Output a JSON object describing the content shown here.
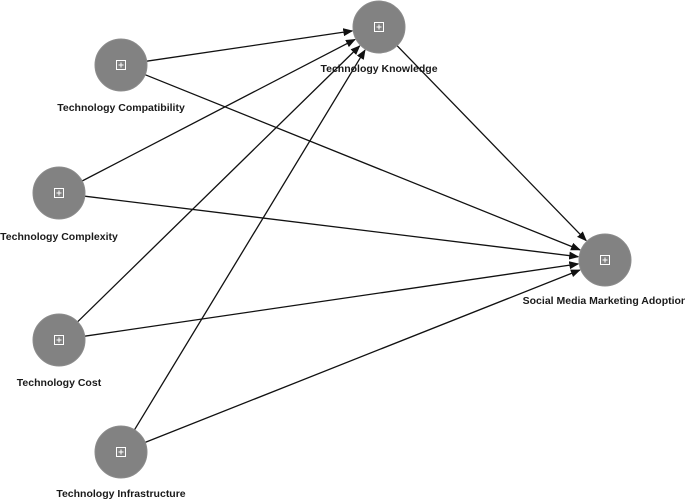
{
  "nodes": [
    {
      "id": "compat",
      "label": "Technology Compatibility",
      "icon": "expand-icon"
    },
    {
      "id": "complex",
      "label": "Technology Complexity",
      "icon": "expand-icon"
    },
    {
      "id": "cost",
      "label": "Technology Cost",
      "icon": "expand-icon"
    },
    {
      "id": "infra",
      "label": "Technology Infrastructure",
      "icon": "expand-icon"
    },
    {
      "id": "knowledge",
      "label": "Technology Knowledge",
      "icon": "expand-icon"
    },
    {
      "id": "adoption",
      "label": "Social Media Marketing Adoption",
      "icon": "expand-icon"
    }
  ],
  "edges": [
    {
      "from": "compat",
      "to": "knowledge"
    },
    {
      "from": "compat",
      "to": "adoption"
    },
    {
      "from": "complex",
      "to": "knowledge"
    },
    {
      "from": "complex",
      "to": "adoption"
    },
    {
      "from": "cost",
      "to": "knowledge"
    },
    {
      "from": "cost",
      "to": "adoption"
    },
    {
      "from": "infra",
      "to": "knowledge"
    },
    {
      "from": "infra",
      "to": "adoption"
    },
    {
      "from": "knowledge",
      "to": "adoption"
    }
  ],
  "colors": {
    "node_fill": "#828282",
    "edge": "#111111",
    "label": "#1a1a1a"
  }
}
